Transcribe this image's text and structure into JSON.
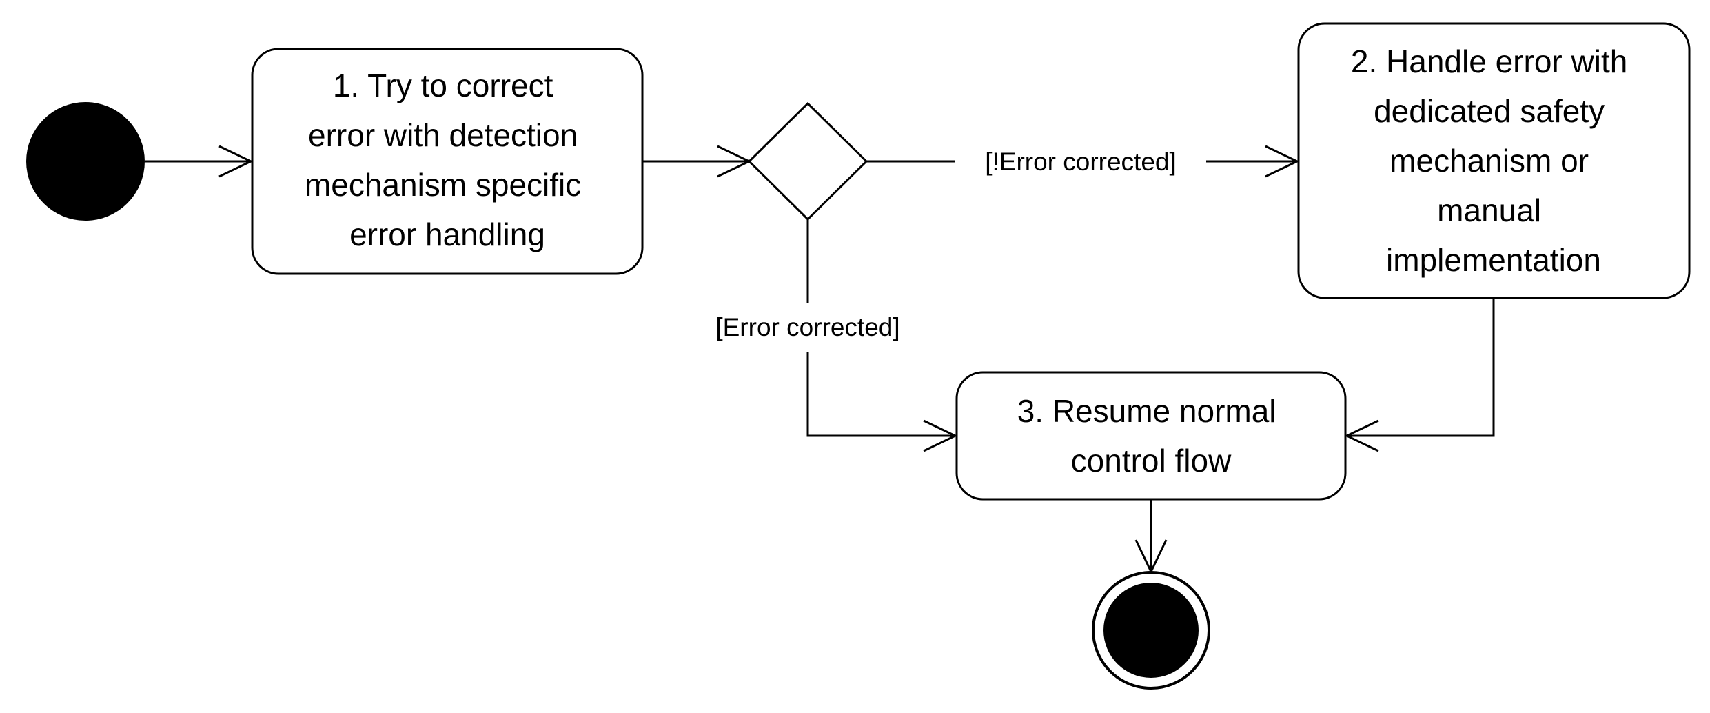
{
  "diagram": {
    "actions": {
      "step1": [
        "1. Try to correct",
        "error with detection",
        "mechanism specific",
        "error handling"
      ],
      "step2": [
        "2. Handle error with",
        "dedicated safety",
        "mechanism or",
        "manual",
        "implementation"
      ],
      "step3": [
        "3. Resume normal",
        "control flow"
      ]
    },
    "guards": {
      "not_corrected": "[!Error corrected]",
      "corrected": "[Error corrected]"
    }
  }
}
